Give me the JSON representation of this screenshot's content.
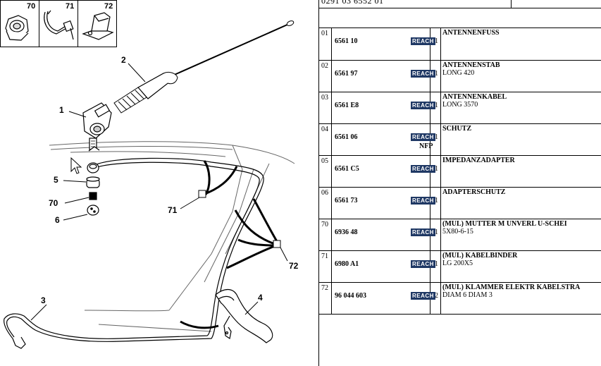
{
  "header": {
    "ref_text": "0291 03 6552 01"
  },
  "icon_boxes": [
    {
      "num": "70",
      "icon": "nut-icon"
    },
    {
      "num": "71",
      "icon": "cable-tie-icon"
    },
    {
      "num": "72",
      "icon": "cable-clip-icon"
    }
  ],
  "callouts": {
    "c1": "1",
    "c2": "2",
    "c3": "3",
    "c4": "4",
    "c5": "5",
    "c70": "70",
    "c6": "6",
    "c71": "71",
    "c72": "72"
  },
  "parts": [
    {
      "pos": "01",
      "ref": "6561 10",
      "reach": "REACH",
      "nfp": "",
      "qty": "01",
      "desc": "ANTENNENFUSS",
      "sub": ""
    },
    {
      "pos": "02",
      "ref": "6561 97",
      "reach": "REACH",
      "nfp": "",
      "qty": "01",
      "desc": "ANTENNENSTAB",
      "sub": "LONG 420"
    },
    {
      "pos": "03",
      "ref": "6561 E8",
      "reach": "REACH",
      "nfp": "",
      "qty": "01",
      "desc": "ANTENNENKABEL",
      "sub": "LONG 3570"
    },
    {
      "pos": "04",
      "ref": "6561 06",
      "reach": "REACH",
      "nfp": "NFP",
      "qty": "01",
      "desc": "SCHUTZ",
      "sub": ""
    },
    {
      "pos": "05",
      "ref": "6561 C5",
      "reach": "REACH",
      "nfp": "",
      "qty": "01",
      "desc": "IMPEDANZADAPTER",
      "sub": ""
    },
    {
      "pos": "06",
      "ref": "6561 73",
      "reach": "REACH",
      "nfp": "",
      "qty": "01",
      "desc": "ADAPTERSCHUTZ",
      "sub": ""
    },
    {
      "pos": "70",
      "ref": "6936 48",
      "reach": "REACH",
      "nfp": "",
      "qty": "01",
      "desc": "(MUL) MUTTER M UNVERL U-SCHEI",
      "sub": "5X80-6-15"
    },
    {
      "pos": "71",
      "ref": "6980 A1",
      "reach": "REACH",
      "nfp": "",
      "qty": "01",
      "desc": "(MUL) KABELBINDER",
      "sub": "LG 200X5"
    },
    {
      "pos": "72",
      "ref": "96 044 603",
      "reach": "REACH",
      "nfp": "",
      "qty": "02",
      "desc": "(MUL) KLAMMER ELEKTR KABELSTRA",
      "sub": "DIAM 6 DIAM 3"
    }
  ]
}
